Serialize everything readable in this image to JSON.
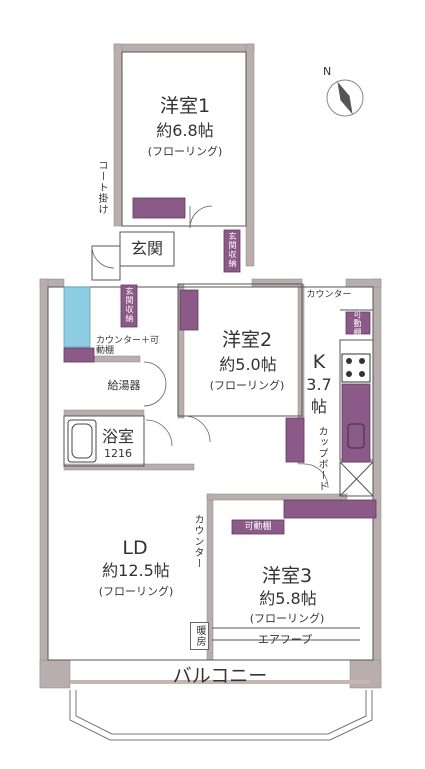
{
  "compass": {
    "north_label": "N",
    "icon": "compass-icon"
  },
  "colors": {
    "wall": "#b9aeae",
    "storage": "#8c5a88",
    "bath_blue": "#8ccde3",
    "floor_line": "#555555",
    "wood": "#c7b6b0"
  },
  "rooms": {
    "western1": {
      "name": "洋室1",
      "area": "約6.8帖",
      "floor": "(フローリング)"
    },
    "western2": {
      "name": "洋室2",
      "area": "約5.0帖",
      "floor": "(フローリング)"
    },
    "western3": {
      "name": "洋室3",
      "area": "約5.8帖",
      "floor": "(フローリング)"
    },
    "kitchen": {
      "name": "K",
      "area": "3.7",
      "unit": "帖"
    },
    "ld": {
      "name": "LD",
      "area": "約12.5帖",
      "floor": "(フローリング)"
    },
    "bath": {
      "name": "浴室",
      "size": "1216"
    },
    "entrance": {
      "name": "玄関"
    },
    "balcony": {
      "name": "バルコニー"
    }
  },
  "labels": {
    "coat_hook": "コート掛け",
    "entry_storage_1": "玄関収納",
    "entry_storage_2": "玄関収納",
    "counter_shelf": "カウンター＋可動棚",
    "water_heater": "給湯器",
    "counter_top": "カウンター",
    "movable_shelf_kitchen": "可動棚",
    "cupboard": "カップボード",
    "counter_ld": "カウンター",
    "movable_shelf": "可動棚",
    "heating": "暖房",
    "air_flow": "エアフープ"
  }
}
